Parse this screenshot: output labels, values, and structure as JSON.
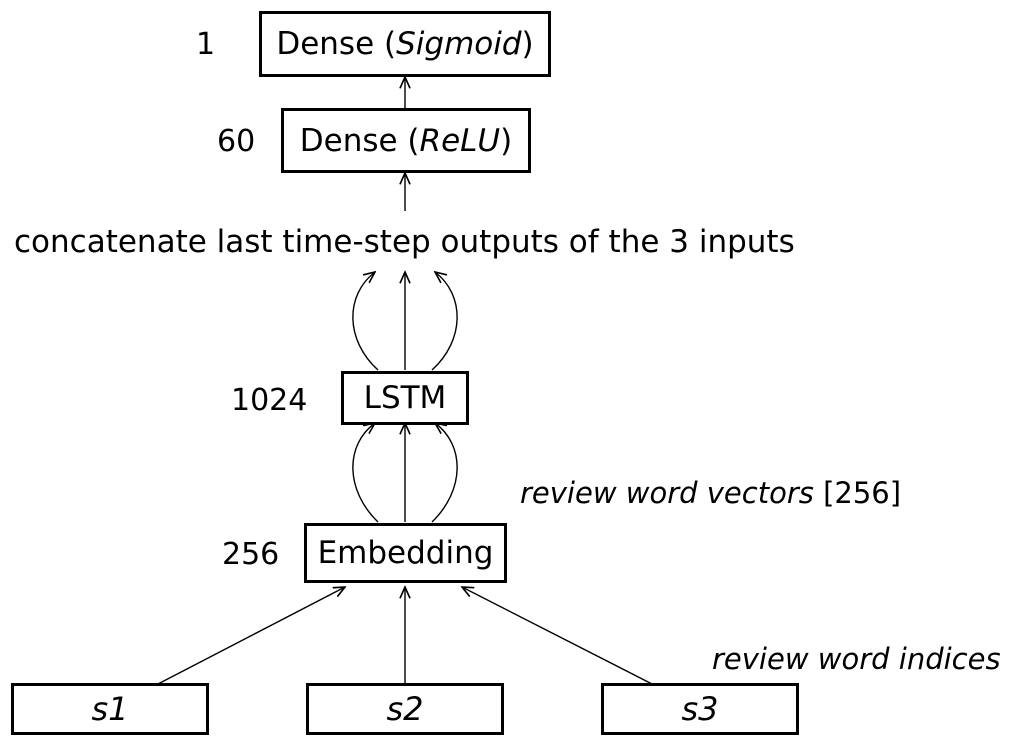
{
  "nodes": {
    "dense_sigmoid": {
      "prefix": "Dense (",
      "activation": "Sigmoid",
      "suffix": ")",
      "units": "1"
    },
    "dense_relu": {
      "prefix": "Dense (",
      "activation": "ReLU",
      "suffix": ")",
      "units": "60"
    },
    "lstm": {
      "label": "LSTM",
      "units": "1024"
    },
    "embedding": {
      "label": "Embedding",
      "units": "256"
    },
    "inputs": [
      "s1",
      "s2",
      "s3"
    ]
  },
  "annotations": {
    "concatenate": "concatenate last time-step outputs of the 3 inputs",
    "word_vectors_italic": "review word vectors",
    "word_vectors_dim": "[256]",
    "word_indices": "review word indices"
  }
}
